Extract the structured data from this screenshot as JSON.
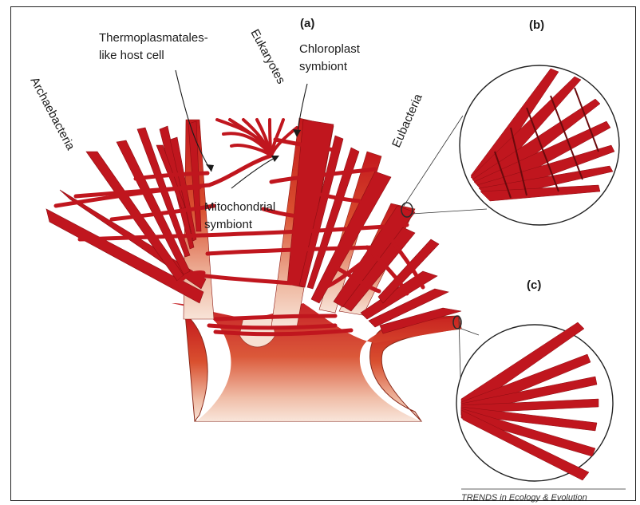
{
  "panels": {
    "a": "(a)",
    "b": "(b)",
    "c": "(c)"
  },
  "labels": {
    "host_line1": "Thermoplasmatales-",
    "host_line2": "like host cell",
    "eukaryotes": "Eukaryotes",
    "chloro_line1": "Chloroplast",
    "chloro_line2": "symbiont",
    "archaebacteria": "Archaebacteria",
    "eubacteria": "Eubacteria",
    "mito_line1": "Mitochondrial",
    "mito_line2": "symbiont"
  },
  "credit": "TRENDS in Ecology & Evolution",
  "colors": {
    "branch": "#c0161e",
    "branch_dark": "#8e0d12",
    "trunk_top": "#cc2a1e",
    "trunk_bottom": "#f6ddd0",
    "ink": "#1a1a1a"
  }
}
